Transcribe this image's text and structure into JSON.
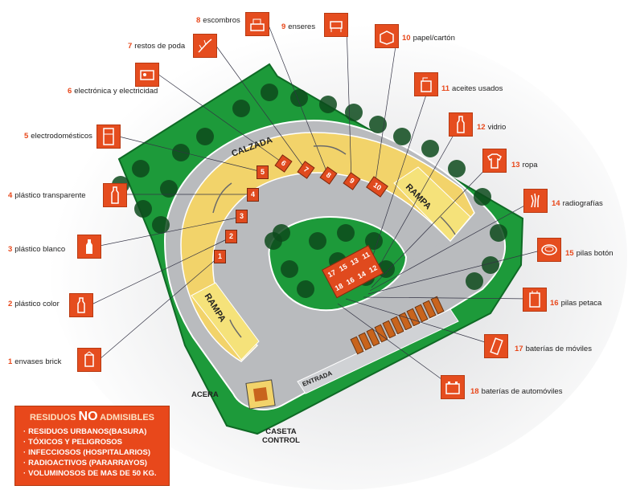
{
  "items": [
    {
      "num": "1",
      "label": "envases brick",
      "icon": "brick-carton-icon"
    },
    {
      "num": "2",
      "label": "plástico color",
      "icon": "color-plastic-bottle-icon"
    },
    {
      "num": "3",
      "label": "plástico blanco",
      "icon": "white-plastic-bottle-icon"
    },
    {
      "num": "4",
      "label": "plástico transparente",
      "icon": "clear-plastic-bottle-icon"
    },
    {
      "num": "5",
      "label": "electrodomésticos",
      "icon": "fridge-icon"
    },
    {
      "num": "6",
      "label": "electrónica y electricidad",
      "icon": "electronics-icon"
    },
    {
      "num": "7",
      "label": "restos  de poda",
      "icon": "pruning-icon"
    },
    {
      "num": "8",
      "label": "escombros",
      "icon": "rubble-icon"
    },
    {
      "num": "9",
      "label": "enseres",
      "icon": "furniture-icon"
    },
    {
      "num": "10",
      "label": "papel/cartón",
      "icon": "cardboard-icon"
    },
    {
      "num": "11",
      "label": "aceites usados",
      "icon": "oil-can-icon"
    },
    {
      "num": "12",
      "label": "vidrio",
      "icon": "glass-bottle-icon"
    },
    {
      "num": "13",
      "label": "ropa",
      "icon": "clothes-icon"
    },
    {
      "num": "14",
      "label": "radiografías",
      "icon": "xray-icon"
    },
    {
      "num": "15",
      "label": "pilas botón",
      "icon": "button-battery-icon"
    },
    {
      "num": "16",
      "label": "pilas petaca",
      "icon": "flat-battery-icon"
    },
    {
      "num": "17",
      "label": "baterías de móviles",
      "icon": "phone-battery-icon"
    },
    {
      "num": "18",
      "label": "baterías de automóviles",
      "icon": "car-battery-icon"
    }
  ],
  "map": {
    "calzada": "CALZADA",
    "rampa_top": "RAMPA",
    "rampa_bottom": "RAMPA",
    "entrada": "ENTRADA",
    "acera": "ACERA",
    "caseta_line1": "CASETA",
    "caseta_line2": "CONTROL",
    "slots_left": [
      "1",
      "2",
      "3",
      "4",
      "5"
    ],
    "slots_top": [
      "6",
      "7",
      "8",
      "9",
      "10"
    ],
    "island_slots": [
      "17",
      "15",
      "13",
      "11",
      "18",
      "16",
      "14",
      "12"
    ]
  },
  "not_admissible": {
    "prefix": "RESIDUOS",
    "no": "NO",
    "suffix": "ADMISIBLES",
    "list": [
      "RESIDUOS URBANOS(BASURA)",
      "TÓXICOS Y PELIGROSOS",
      "INFECCIOSOS (HOSPITALARIOS)",
      "RADIOACTIVOS (PARARRAYOS)",
      "VOLUMINOSOS DE MAS DE 50 KG."
    ]
  },
  "colors": {
    "green": "#1d9a3a",
    "yellow": "#f2d36a",
    "orange": "#e8481b",
    "road_gray": "#b9bbbe"
  }
}
